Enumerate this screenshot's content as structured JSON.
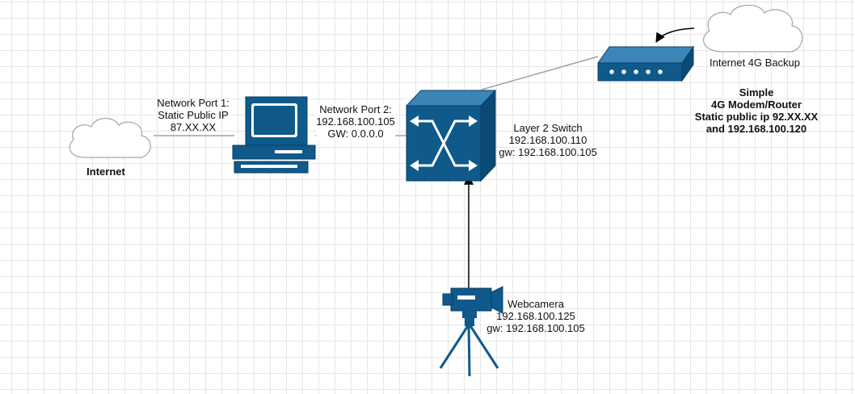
{
  "colors": {
    "device_fill": "#0f5a8a",
    "device_stroke": "#0b3f63",
    "cloud_stroke": "#9aa7b2",
    "link_gray": "#a0a0a0",
    "arrow_black": "#000000"
  },
  "nodes": {
    "internet": {
      "icon": "cloud-icon",
      "label": "Internet"
    },
    "backup_internet": {
      "icon": "cloud-icon",
      "label": "Internet 4G Backup"
    },
    "pc": {
      "icon": "computer-icon"
    },
    "switch": {
      "icon": "switch-icon",
      "label_lines": [
        "Layer 2 Switch",
        "192.168.100.110",
        "gw: 192.168.100.105"
      ]
    },
    "modem": {
      "icon": "modem-icon",
      "label_lines": [
        "Simple",
        "4G Modem/Router",
        "Static public ip 92.XX.XX",
        "and 192.168.100.120"
      ]
    },
    "webcam": {
      "icon": "webcam-icon",
      "label_lines": [
        "Webcamera",
        "192.168.100.125",
        "gw: 192.168.100.105"
      ]
    }
  },
  "links": {
    "port1": {
      "label_lines": [
        "Network Port 1:",
        "Static Public IP",
        "87.XX.XX"
      ]
    },
    "port2": {
      "label_lines": [
        "Network Port 2:",
        "192.168.100.105",
        "GW: 0.0.0.0"
      ]
    }
  }
}
